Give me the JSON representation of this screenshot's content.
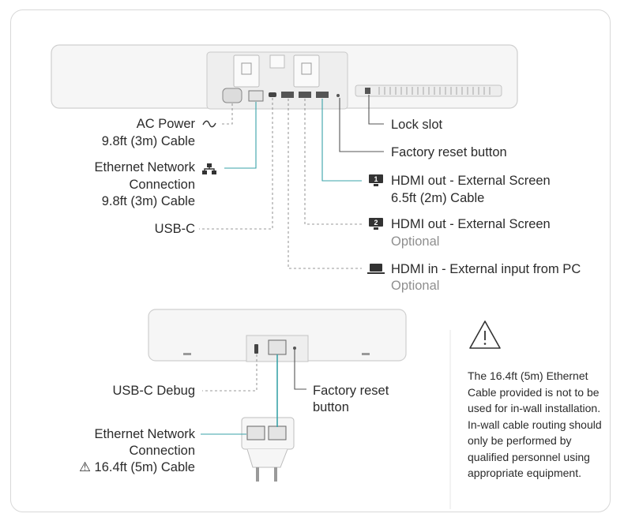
{
  "callouts": {
    "ac_power": "AC Power",
    "ac_power_symbol": "~",
    "ac_power_cable": "9.8ft (3m) Cable",
    "ethernet_l1": "Ethernet Network",
    "ethernet_l2": "Connection",
    "ethernet_cable": "9.8ft (3m) Cable",
    "usb_c": "USB-C",
    "lock_slot": "Lock slot",
    "factory_reset": "Factory reset button",
    "hdmi_out_1": "HDMI out - External Screen",
    "hdmi_out_1_cable": "6.5ft (2m) Cable",
    "hdmi_out_1_badge": "1",
    "hdmi_out_2": "HDMI out - External Screen",
    "hdmi_out_2_note": "Optional",
    "hdmi_out_2_badge": "2",
    "hdmi_in": "HDMI in - External input from PC",
    "hdmi_in_note": "Optional",
    "usb_c_debug": "USB-C Debug",
    "factory_reset_l1": "Factory reset",
    "factory_reset_l2": "button",
    "eth2_l1": "Ethernet Network",
    "eth2_l2": "Connection",
    "eth2_cable": "16.4ft (5m) Cable",
    "warning_symbol": "⚠"
  },
  "warning_note": "The 16.4ft (5m) Ethernet Cable provided is not to be used for in-wall installation. In-wall cable routing should only be performed by qualified personnel using appropriate equipment.",
  "colors": {
    "ethernet_line": "#3aa3a8",
    "dashed_line": "#9a9a9a",
    "device_fill": "#f6f6f6",
    "device_stroke": "#cfcfcf",
    "text": "#2b2b2b",
    "optional_text": "#8f8f8f"
  }
}
